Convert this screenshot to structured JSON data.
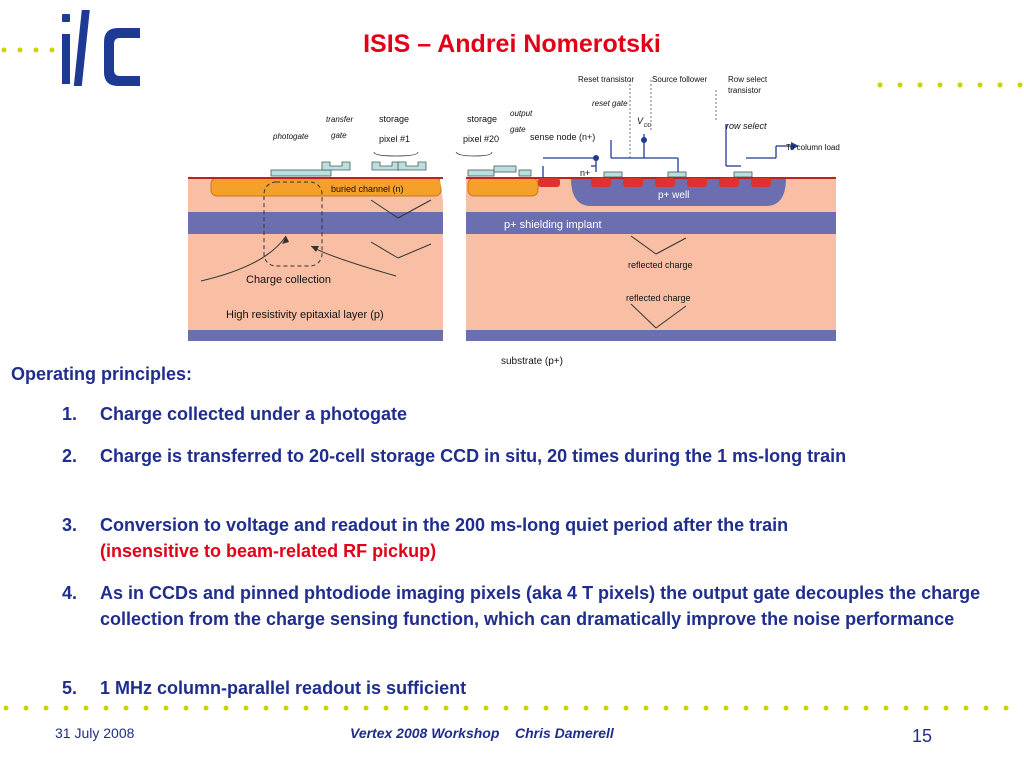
{
  "header": {
    "title": "ISIS – Andrei Nomerotski",
    "logo_text": "ilc",
    "colors": {
      "title": "#e10018",
      "text": "#1f2d8c",
      "dots": "#c8d400",
      "logo": "#1f3a93"
    }
  },
  "diagram": {
    "labels": {
      "photogate": "photogate",
      "transfer_gate_1": "transfer",
      "transfer_gate_2": "gate",
      "storage_left": "storage",
      "pixel_1": "pixel #1",
      "storage_right": "storage",
      "pixel_20": "pixel #20",
      "output_gate_1": "output",
      "output_gate_2": "gate",
      "sense_node": "sense node (n+)",
      "reset_transistor": "Reset transistor",
      "source_follower": "Source follower",
      "row_select_transistor_1": "Row select",
      "row_select_transistor_2": "transistor",
      "reset_gate": "reset gate",
      "vdd": "V",
      "vdd_sub": "DD",
      "row_select": "row select",
      "to_column_load": "To column load",
      "n_plus": "n+",
      "p_well": "p+ well",
      "buried_channel": "buried channel (n)",
      "shielding_implant": "p+ shielding implant",
      "reflected_charge_1": "reflected charge",
      "reflected_charge_2": "reflected charge",
      "charge_collection": "Charge collection",
      "epitaxial_layer": "High resistivity epitaxial layer (p)",
      "substrate": "substrate (p+)"
    }
  },
  "content": {
    "heading": "Operating principles:",
    "items": [
      {
        "num": "1.",
        "text": "Charge collected under a photogate",
        "extra": ""
      },
      {
        "num": "2.",
        "text": "Charge is transferred to 20-cell storage CCD in situ, 20 times during the 1 ms-long train",
        "extra": ""
      },
      {
        "num": "3.",
        "text": "Conversion to voltage and readout in the 200 ms-long quiet period after the train",
        "extra": "(insensitive to beam-related RF pickup)"
      },
      {
        "num": "4.",
        "text": "As in CCDs and pinned phtodiode imaging pixels (aka 4 T pixels) the output gate decouples the charge collection from the charge sensing function, which can dramatically improve the noise performance",
        "extra": ""
      },
      {
        "num": "5.",
        "text": "1 MHz column-parallel readout is sufficient",
        "extra": ""
      }
    ]
  },
  "footer": {
    "date": "31 July 2008",
    "conference": "Vertex 2008 Workshop    Chris Damerell",
    "page_number": "15"
  }
}
